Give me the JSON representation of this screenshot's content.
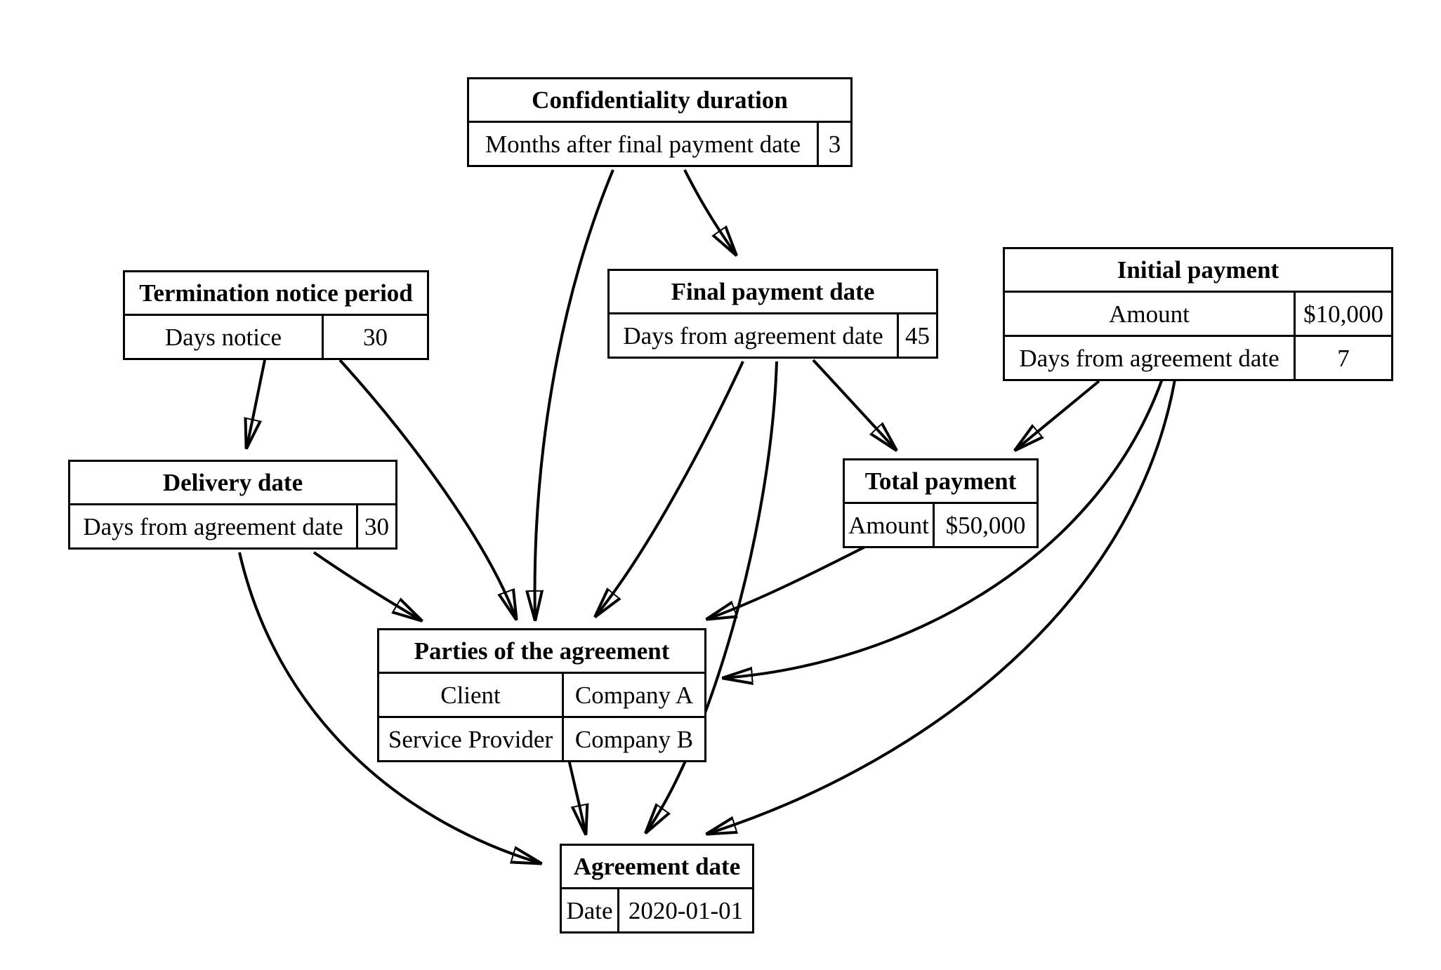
{
  "diagram": {
    "background_color": "#ffffff",
    "line_color": "#000000",
    "nodes": [
      {
        "id": "confidentiality_duration",
        "title": "Confidentiality duration",
        "rows": [
          {
            "label": "Months after final payment date",
            "value": "3"
          }
        ]
      },
      {
        "id": "termination_notice_period",
        "title": "Termination notice period",
        "rows": [
          {
            "label": "Days notice",
            "value": "30"
          }
        ]
      },
      {
        "id": "final_payment_date",
        "title": "Final payment date",
        "rows": [
          {
            "label": "Days from agreement date",
            "value": "45"
          }
        ]
      },
      {
        "id": "initial_payment",
        "title": "Initial payment",
        "rows": [
          {
            "label": "Amount",
            "value": "$10,000"
          },
          {
            "label": "Days from agreement date",
            "value": "7"
          }
        ]
      },
      {
        "id": "delivery_date",
        "title": "Delivery date",
        "rows": [
          {
            "label": "Days from agreement date",
            "value": "30"
          }
        ]
      },
      {
        "id": "total_payment",
        "title": "Total payment",
        "rows": [
          {
            "label": "Amount",
            "value": "$50,000"
          }
        ]
      },
      {
        "id": "parties_of_the_agreement",
        "title": "Parties of the agreement",
        "rows": [
          {
            "label": "Client",
            "value": "Company A"
          },
          {
            "label": "Service Provider",
            "value": "Company B"
          }
        ]
      },
      {
        "id": "agreement_date",
        "title": "Agreement date",
        "rows": [
          {
            "label": "Date",
            "value": "2020-01-01"
          }
        ]
      }
    ],
    "edges": [
      {
        "from": "confidentiality_duration",
        "to": "final_payment_date"
      },
      {
        "from": "confidentiality_duration",
        "to": "parties_of_the_agreement"
      },
      {
        "from": "termination_notice_period",
        "to": "delivery_date"
      },
      {
        "from": "termination_notice_period",
        "to": "parties_of_the_agreement"
      },
      {
        "from": "final_payment_date",
        "to": "total_payment"
      },
      {
        "from": "final_payment_date",
        "to": "parties_of_the_agreement"
      },
      {
        "from": "final_payment_date",
        "to": "agreement_date"
      },
      {
        "from": "initial_payment",
        "to": "total_payment"
      },
      {
        "from": "initial_payment",
        "to": "parties_of_the_agreement"
      },
      {
        "from": "initial_payment",
        "to": "agreement_date"
      },
      {
        "from": "delivery_date",
        "to": "parties_of_the_agreement"
      },
      {
        "from": "delivery_date",
        "to": "agreement_date"
      },
      {
        "from": "total_payment",
        "to": "parties_of_the_agreement"
      },
      {
        "from": "parties_of_the_agreement",
        "to": "agreement_date"
      }
    ]
  }
}
